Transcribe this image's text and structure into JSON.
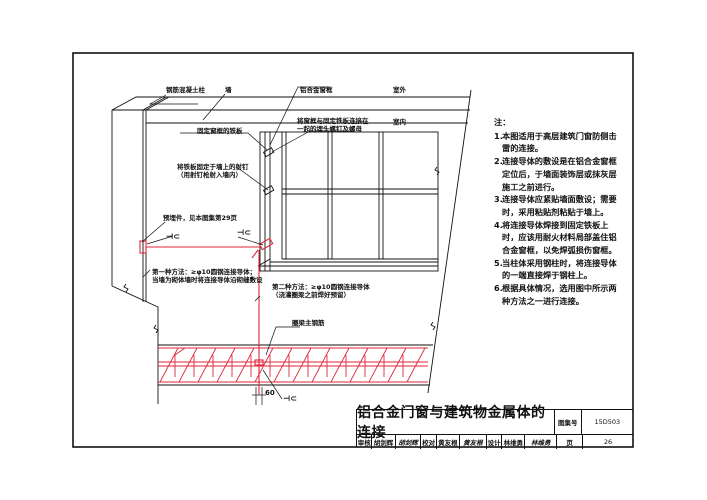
{
  "drawing": {
    "title": "铝合金门窗与建筑物金属体的连接",
    "labels": {
      "rc_column": "钢筋混凝土柱",
      "wall": "墙",
      "alu_frame": "铝合金窗框",
      "outdoor": "室外",
      "indoor": "室内",
      "fix_plate": "固定窗框的铁板",
      "bolt_line1": "将窗框与固定铁板连接在",
      "bolt_line2": "一起的埋头螺钉及螺母",
      "nail_line1": "将铁板固定于墙上的射钉",
      "nail_line2": "（用射钉枪射入墙内）",
      "embedded": "预埋件，见本图集第29页",
      "method1_line1": "第一种方法：≥φ10圆钢连接导体；",
      "method1_line2": "当墙为砌体墙时将连接导体沿砌缝敷设",
      "method2_line1": "第二种方法：≥φ10圆钢连接导体",
      "method2_line2": "（浇灌圈梁之前焊好预留）",
      "ring_beam_rebar": "圈梁主钢筋",
      "weld_symbol": "⊣⊂",
      "dimension": "60"
    },
    "colors": {
      "line": "#111111",
      "conductor": "#e0263a",
      "rebar": "#e0263a"
    }
  },
  "notes": {
    "heading": "注：",
    "items": [
      {
        "num": "1.",
        "text": "本图适用于高层建筑门窗防侧击雷的连接。"
      },
      {
        "num": "2.",
        "text": "连接导体的敷设是在铝合金窗框定位后，于墙面装饰层或抹灰层施工之前进行。"
      },
      {
        "num": "3.",
        "text": "连接导体应紧贴墙面敷设；需要时，采用粘贴剂粘贴于墙上。"
      },
      {
        "num": "4.",
        "text": "将连接导体焊接到固定铁板上时，应该用耐火材料局部盖住铝合金窗框，以免焊弧损伤窗框。"
      },
      {
        "num": "5.",
        "text": "当柱体采用钢柱时，将连接导体的一端直接焊于钢柱上。"
      },
      {
        "num": "6.",
        "text": "根据具体情况，选用图中所示两种方法之一进行连接。"
      }
    ]
  },
  "titleblock": {
    "title": "铝合金门窗与建筑物金属体的连接",
    "atlas_label": "图集号",
    "atlas_no": "15D503",
    "page_label": "页",
    "page_no": "26",
    "review_label": "审核",
    "review_name": "胡剑辉",
    "review_sig": "胡剑辉",
    "check_label": "校对",
    "check_name": "黄友根",
    "check_sig": "黄友根",
    "design_label": "设计",
    "design_name": "林维勇",
    "design_sig": "林维勇"
  }
}
